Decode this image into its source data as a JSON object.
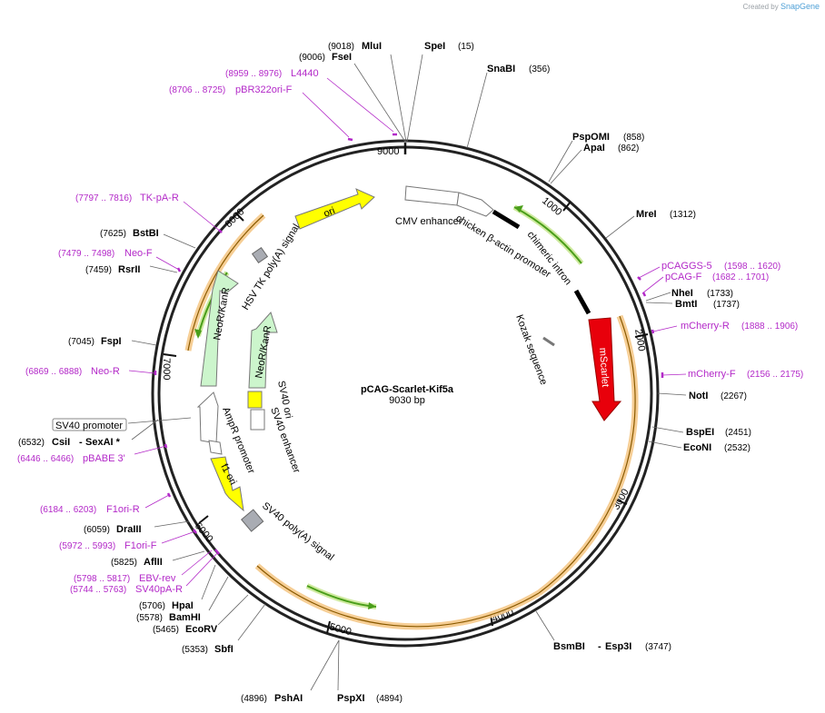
{
  "watermark": {
    "prefix": "Created by",
    "brand": "SnapGene"
  },
  "plasmid": {
    "name": "pCAG-Scarlet-Kif5a",
    "length_label": "9030 bp"
  },
  "ticks": [
    "9000",
    "1000",
    "2000",
    "3000",
    "4000",
    "5000",
    "6000",
    "7000",
    "8000"
  ],
  "enzymes": [
    {
      "name": "MluI",
      "pos": "(9018)"
    },
    {
      "name": "SpeI",
      "pos": "(15)"
    },
    {
      "name": "FseI",
      "pos": "(9006)"
    },
    {
      "name": "SnaBI",
      "pos": "(356)"
    },
    {
      "name": "PspOMI",
      "pos": "(858)"
    },
    {
      "name": "ApaI",
      "pos": "(862)"
    },
    {
      "name": "MreI",
      "pos": "(1312)"
    },
    {
      "name": "NheI",
      "pos": "(1733)"
    },
    {
      "name": "BmtI",
      "pos": "(1737)"
    },
    {
      "name": "NotI",
      "pos": "(2267)"
    },
    {
      "name": "BspEI",
      "pos": "(2451)"
    },
    {
      "name": "EcoNI",
      "pos": "(2532)"
    },
    {
      "name": "BsmBI",
      "pos": "(3747)",
      "alias": "Esp3I"
    },
    {
      "name": "PspXI",
      "pos": "(4894)"
    },
    {
      "name": "PshAI",
      "pos": "(4896)"
    },
    {
      "name": "SbfI",
      "pos": "(5353)"
    },
    {
      "name": "EcoRV",
      "pos": "(5465)"
    },
    {
      "name": "BamHI",
      "pos": "(5578)"
    },
    {
      "name": "HpaI",
      "pos": "(5706)"
    },
    {
      "name": "AflII",
      "pos": "(5825)"
    },
    {
      "name": "DraIII",
      "pos": "(6059)"
    },
    {
      "name": "CsiI",
      "pos": "(6532)",
      "alias": "SexAI *"
    },
    {
      "name": "FspI",
      "pos": "(7045)"
    },
    {
      "name": "RsrII",
      "pos": "(7459)"
    },
    {
      "name": "BstBI",
      "pos": "(7625)"
    }
  ],
  "primers": [
    {
      "name": "L4440",
      "pos": "(8959 .. 8976)"
    },
    {
      "name": "pBR322ori-F",
      "pos": "(8706 .. 8725)"
    },
    {
      "name": "pCAGGS-5",
      "pos": "(1598 .. 1620)"
    },
    {
      "name": "pCAG-F",
      "pos": "(1682 .. 1701)"
    },
    {
      "name": "mCherry-R",
      "pos": "(1888 .. 1906)"
    },
    {
      "name": "mCherry-F",
      "pos": "(2156 .. 2175)"
    },
    {
      "name": "TK-pA-R",
      "pos": "(7797 .. 7816)"
    },
    {
      "name": "Neo-F",
      "pos": "(7479 .. 7498)"
    },
    {
      "name": "Neo-R",
      "pos": "(6869 .. 6888)"
    },
    {
      "name": "pBABE 3'",
      "pos": "(6446 .. 6466)"
    },
    {
      "name": "F1ori-R",
      "pos": "(6184 .. 6203)"
    },
    {
      "name": "F1ori-F",
      "pos": "(5972 .. 5993)"
    },
    {
      "name": "EBV-rev",
      "pos": "(5798 .. 5817)"
    },
    {
      "name": "SV40pA-R",
      "pos": "(5744 .. 5763)"
    }
  ],
  "features": {
    "cmv_enhancer": "CMV enhancer",
    "chicken_actin": "chicken β-actin promoter",
    "chimeric_intron": "chimeric intron",
    "kozak": "Kozak sequence",
    "mscarlet": "mScarlet",
    "ori": "ori",
    "hsv_tk": "HSV TK poly(A) signal",
    "neokanr_outer": "NeoR/KanR",
    "neokanr_inner": "NeoR/KanR",
    "sv40_ori": "SV40 ori",
    "sv40_enhancer": "SV40 enhancer",
    "sv40_promoter": "SV40 promoter",
    "ampr_promoter": "AmpR promoter",
    "f1_ori": "f1 ori",
    "sv40_polya": "SV40 poly(A) signal"
  },
  "colors": {
    "mscarlet": "#e8000b",
    "ori": "#ffff00",
    "neokanr": "#ccf5cc",
    "primer": "#b329c8",
    "orf_highlight": "#f5c98a",
    "orf_line": "#8a5a00",
    "green_arrow": "#4a9e1a"
  }
}
